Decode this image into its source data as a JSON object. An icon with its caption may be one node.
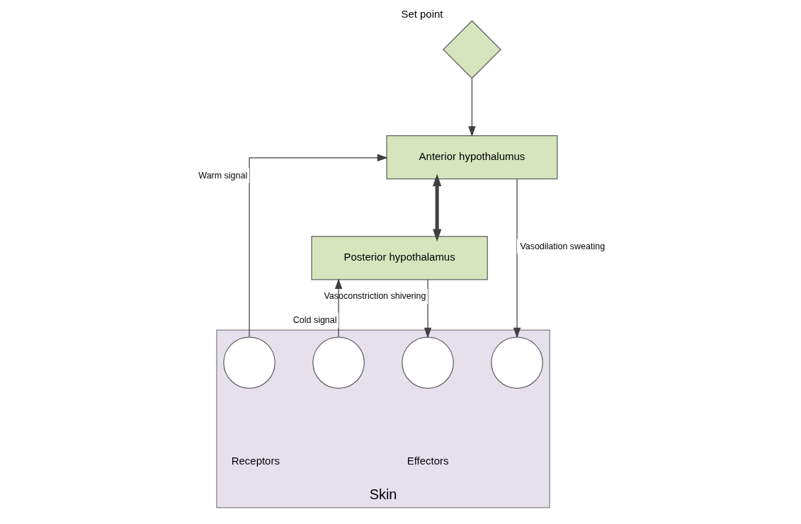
{
  "diagram": {
    "nodes": [
      {
        "text": [],
        "shape": "diamond",
        "beside": [
          "Set point"
        ]
      },
      {
        "text": [
          "Anterior hypothalumus"
        ]
      },
      {
        "text": [
          "Posterior hypothalamus"
        ]
      },
      {
        "text": [
          "Skin"
        ]
      },
      {
        "text": [],
        "shape": "circle",
        "in": 3
      },
      {
        "text": [],
        "shape": "circle",
        "in": 3
      },
      {
        "text": [],
        "shape": "circle",
        "in": 3
      },
      {
        "text": [],
        "shape": "circle",
        "in": 3
      }
    ],
    "edges": [
      {
        "from": 0,
        "to": 1,
        "arrow": "to"
      },
      {
        "from": 4,
        "to": 1,
        "arrow": "to",
        "label": "Warm signal"
      },
      {
        "from": 1,
        "to": 2,
        "arrow": "both",
        "style": "thick"
      },
      {
        "from": 5,
        "to": 2,
        "arrow": "to",
        "label": "Cold signal"
      },
      {
        "from": 2,
        "to": 6,
        "arrow": "to",
        "label": "Vasoconstriction shivering"
      },
      {
        "from": 1,
        "to": 7,
        "arrow": "to",
        "label": "Vasodilation sweating"
      }
    ],
    "labels": [
      "Receptors",
      "Effectors"
    ]
  }
}
